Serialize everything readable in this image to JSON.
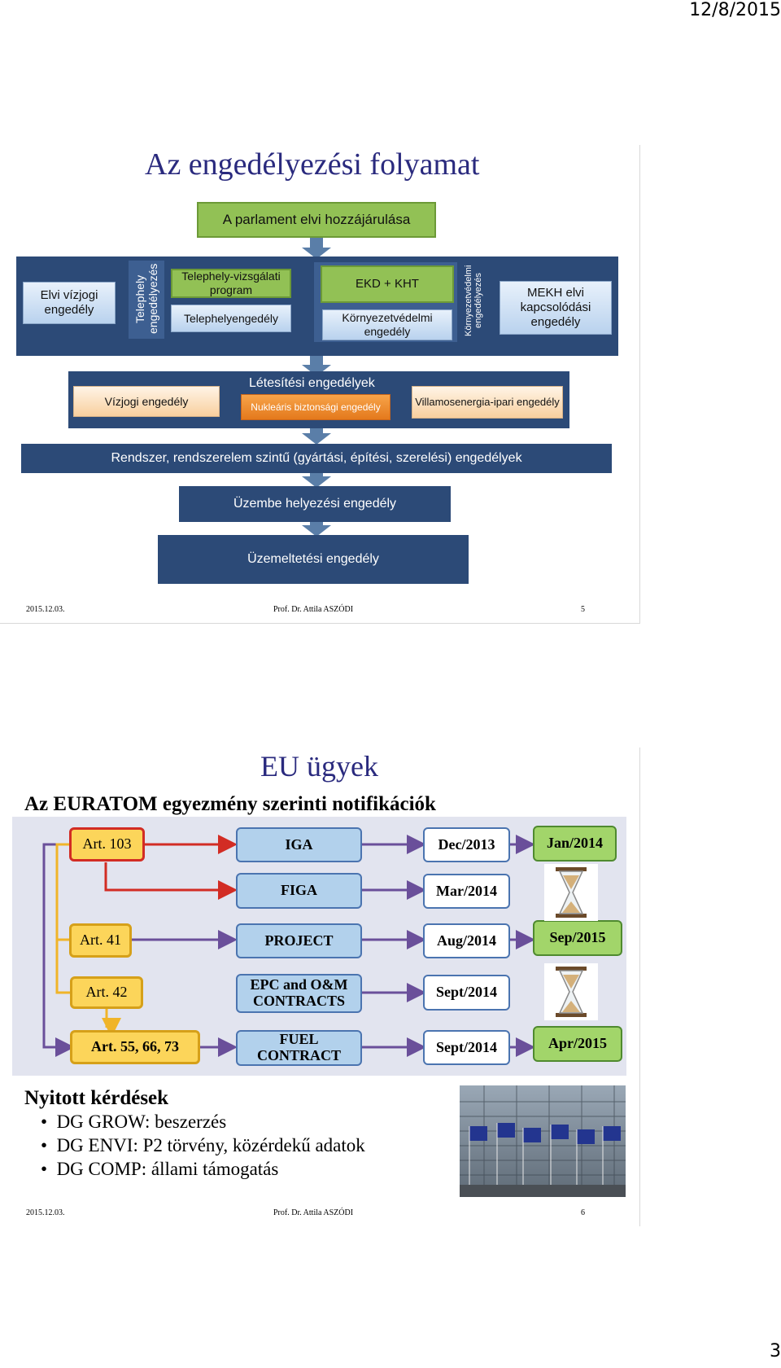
{
  "page": {
    "date": "12/8/2015",
    "number": "3"
  },
  "slide1": {
    "title": "Az engedélyezési folyamat",
    "parliament": "A parlament elvi hozzájárulása",
    "elvi_vizjogi": "Elvi vízjogi engedély",
    "telephely_vertical": "Telephely engedélyezés",
    "telephely_program": "Telephely-vizsgálati program",
    "telephelyengedely": "Telephelyengedély",
    "ekd_kht": "EKD + KHT",
    "kornyezetvedelmi": "Környezetvédelmi engedély",
    "kornyezet_vertical": "Környezetvédelmi engedélyezés",
    "mekh": "MEKH elvi kapcsolódási engedély",
    "letesitesi": "Létesítési engedélyek",
    "vizjogi": "Vízjogi engedély",
    "nuklearis": "Nukleáris biztonsági engedély",
    "villamos": "Villamosenergia-ipari engedély",
    "rendszer": "Rendszer, rendszerelem szintű (gyártási, építési, szerelési) engedélyek",
    "uzembe": "Üzembe helyezési engedély",
    "uzemeltetesi": "Üzemeltetési engedély",
    "footer_date": "2015.12.03.",
    "footer_author": "Prof. Dr. Attila ASZÓDI",
    "footer_num": "5"
  },
  "slide2": {
    "title": "EU ügyek",
    "subtitle": "Az EURATOM egyezmény szerinti notifikációk",
    "art103": "Art. 103",
    "art41": "Art. 41",
    "art42": "Art. 42",
    "art55": "Art. 55, 66, 73",
    "iga": "IGA",
    "figa": "FIGA",
    "project": "PROJECT",
    "epc": "EPC and O&M CONTRACTS",
    "fuel": "FUEL CONTRACT",
    "d1": "Dec/2013",
    "d2": "Mar/2014",
    "d3": "Aug/2014",
    "d4": "Sept/2014",
    "d5": "Sept/2014",
    "g1": "Jan/2014",
    "g2": "Sep/2015",
    "g3": "Apr/2015",
    "open_heading": "Nyitott kérdések",
    "bullets": [
      "DG GROW: beszerzés",
      "DG ENVI: P2 törvény, közérdekű adatok",
      "DG COMP: állami támogatás"
    ],
    "footer_date": "2015.12.03.",
    "footer_author": "Prof. Dr. Attila ASZÓDI",
    "footer_num": "6"
  },
  "colors": {
    "title": "#2a2a7e",
    "navy": "#2c4a77",
    "green": "#92c155",
    "flow_yellow": "#fcd55a",
    "flow_blue": "#b2d1ec",
    "arrow_red": "#d22c24",
    "arrow_purple": "#6a4f9a"
  }
}
